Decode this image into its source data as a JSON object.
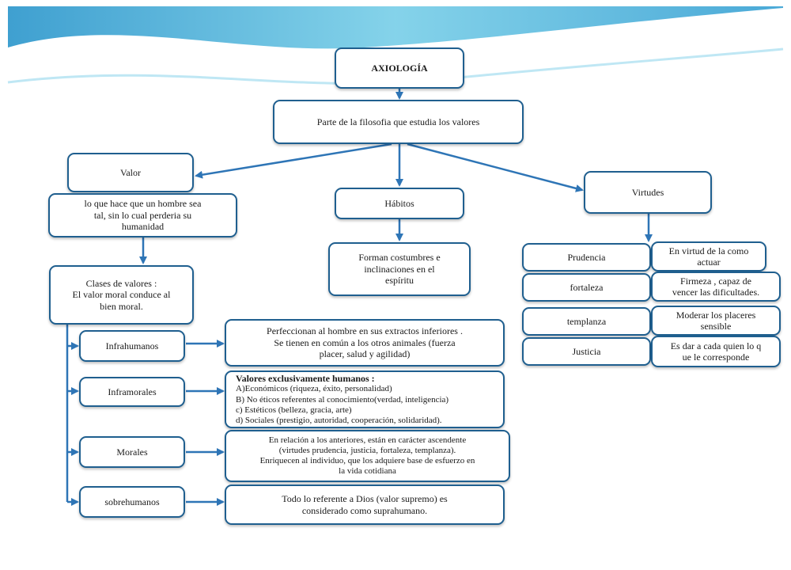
{
  "header": {
    "wave_colors": [
      "#7fd3ea",
      "#2f9fd0",
      "#b9e6f3"
    ]
  },
  "root": {
    "title": "AXIOLOGÍA",
    "definition": "Parte de la filosofia que estudia los valores"
  },
  "valor": {
    "label": "Valor",
    "definition_lines": [
      "lo que hace que un hombre sea",
      "tal, sin lo cual perderia su",
      "humanidad"
    ],
    "clases_lines": [
      "Clases de valores :",
      "El valor moral conduce al",
      "bien moral."
    ]
  },
  "habitos": {
    "label": "Hábitos",
    "definition_lines": [
      "Forman costumbres e",
      "inclinaciones en el",
      "espíritu"
    ]
  },
  "virtudes": {
    "label": "Virtudes",
    "items": [
      {
        "name": "Prudencia",
        "desc_lines": [
          "En virtud de la como",
          "actuar"
        ]
      },
      {
        "name": "fortaleza",
        "desc_lines": [
          "Firmeza , capaz de",
          "vencer las dificultades."
        ]
      },
      {
        "name": "templanza",
        "desc_lines": [
          "Moderar los placeres",
          "sensible"
        ]
      },
      {
        "name": "Justicia",
        "desc_lines": [
          "Es dar a cada quien lo q",
          "ue le corresponde"
        ]
      }
    ]
  },
  "clases": [
    {
      "name": "Infrahumanos",
      "desc_lines": [
        "Perfeccionan al hombre  en sus extractos inferiores .",
        "Se tienen en común a los otros animales (fuerza",
        "placer, salud y agilidad)"
      ]
    },
    {
      "name": "Inframorales",
      "desc_title": "Valores  exclusivamente humanos :",
      "desc_lines": [
        "A)Económicos (riqueza, éxito, personalidad)",
        "B) No éticos referentes al conocimiento(verdad, inteligencia)",
        "c) Estéticos (belleza, gracia, arte)",
        "d) Sociales (prestigio, autoridad, cooperación, solidaridad)."
      ]
    },
    {
      "name": "Morales",
      "desc_lines": [
        "En relación a los anteriores, están en carácter ascendente",
        "(virtudes prudencia, justicia, fortaleza, templanza).",
        "Enriquecen al individuo, que los adquiere  base de esfuerzo en",
        "la vida cotidiana"
      ]
    },
    {
      "name": "sobrehumanos",
      "desc_lines": [
        "Todo lo referente a Dios (valor supremo) es",
        "considerado como suprahumano."
      ]
    }
  ],
  "style": {
    "border_color": "#1f5f8f",
    "arrow_color": "#2e75b6"
  }
}
